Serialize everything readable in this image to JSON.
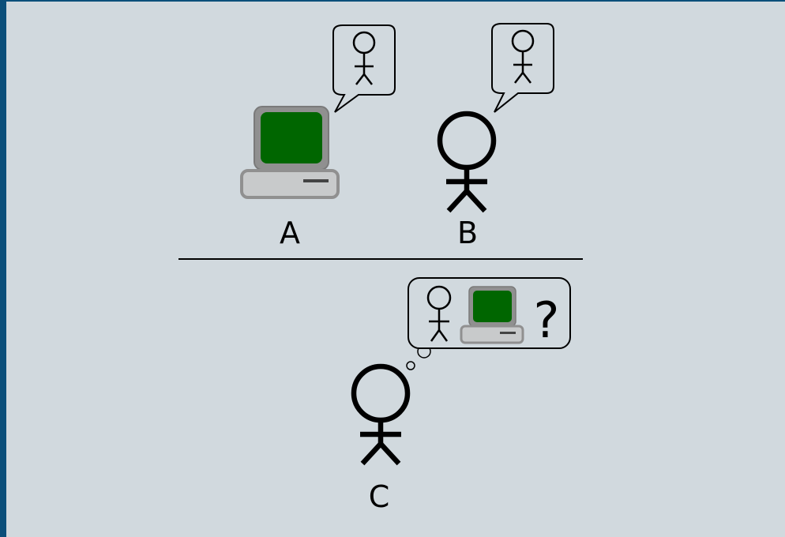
{
  "labels": {
    "a": "A",
    "b": "B",
    "c": "C"
  },
  "thought": {
    "question_mark": "?"
  },
  "colors": {
    "background": "#d1d9de",
    "frame": "#0b4f7a",
    "screen": "#006600",
    "computer_body": "#c8cacb",
    "computer_bezel": "#909090",
    "ink": "#000000",
    "bubble_fill": "#d1d9de"
  },
  "icons": [
    "computer-icon",
    "stick-figure-icon",
    "speech-bubble",
    "thought-bubble"
  ]
}
